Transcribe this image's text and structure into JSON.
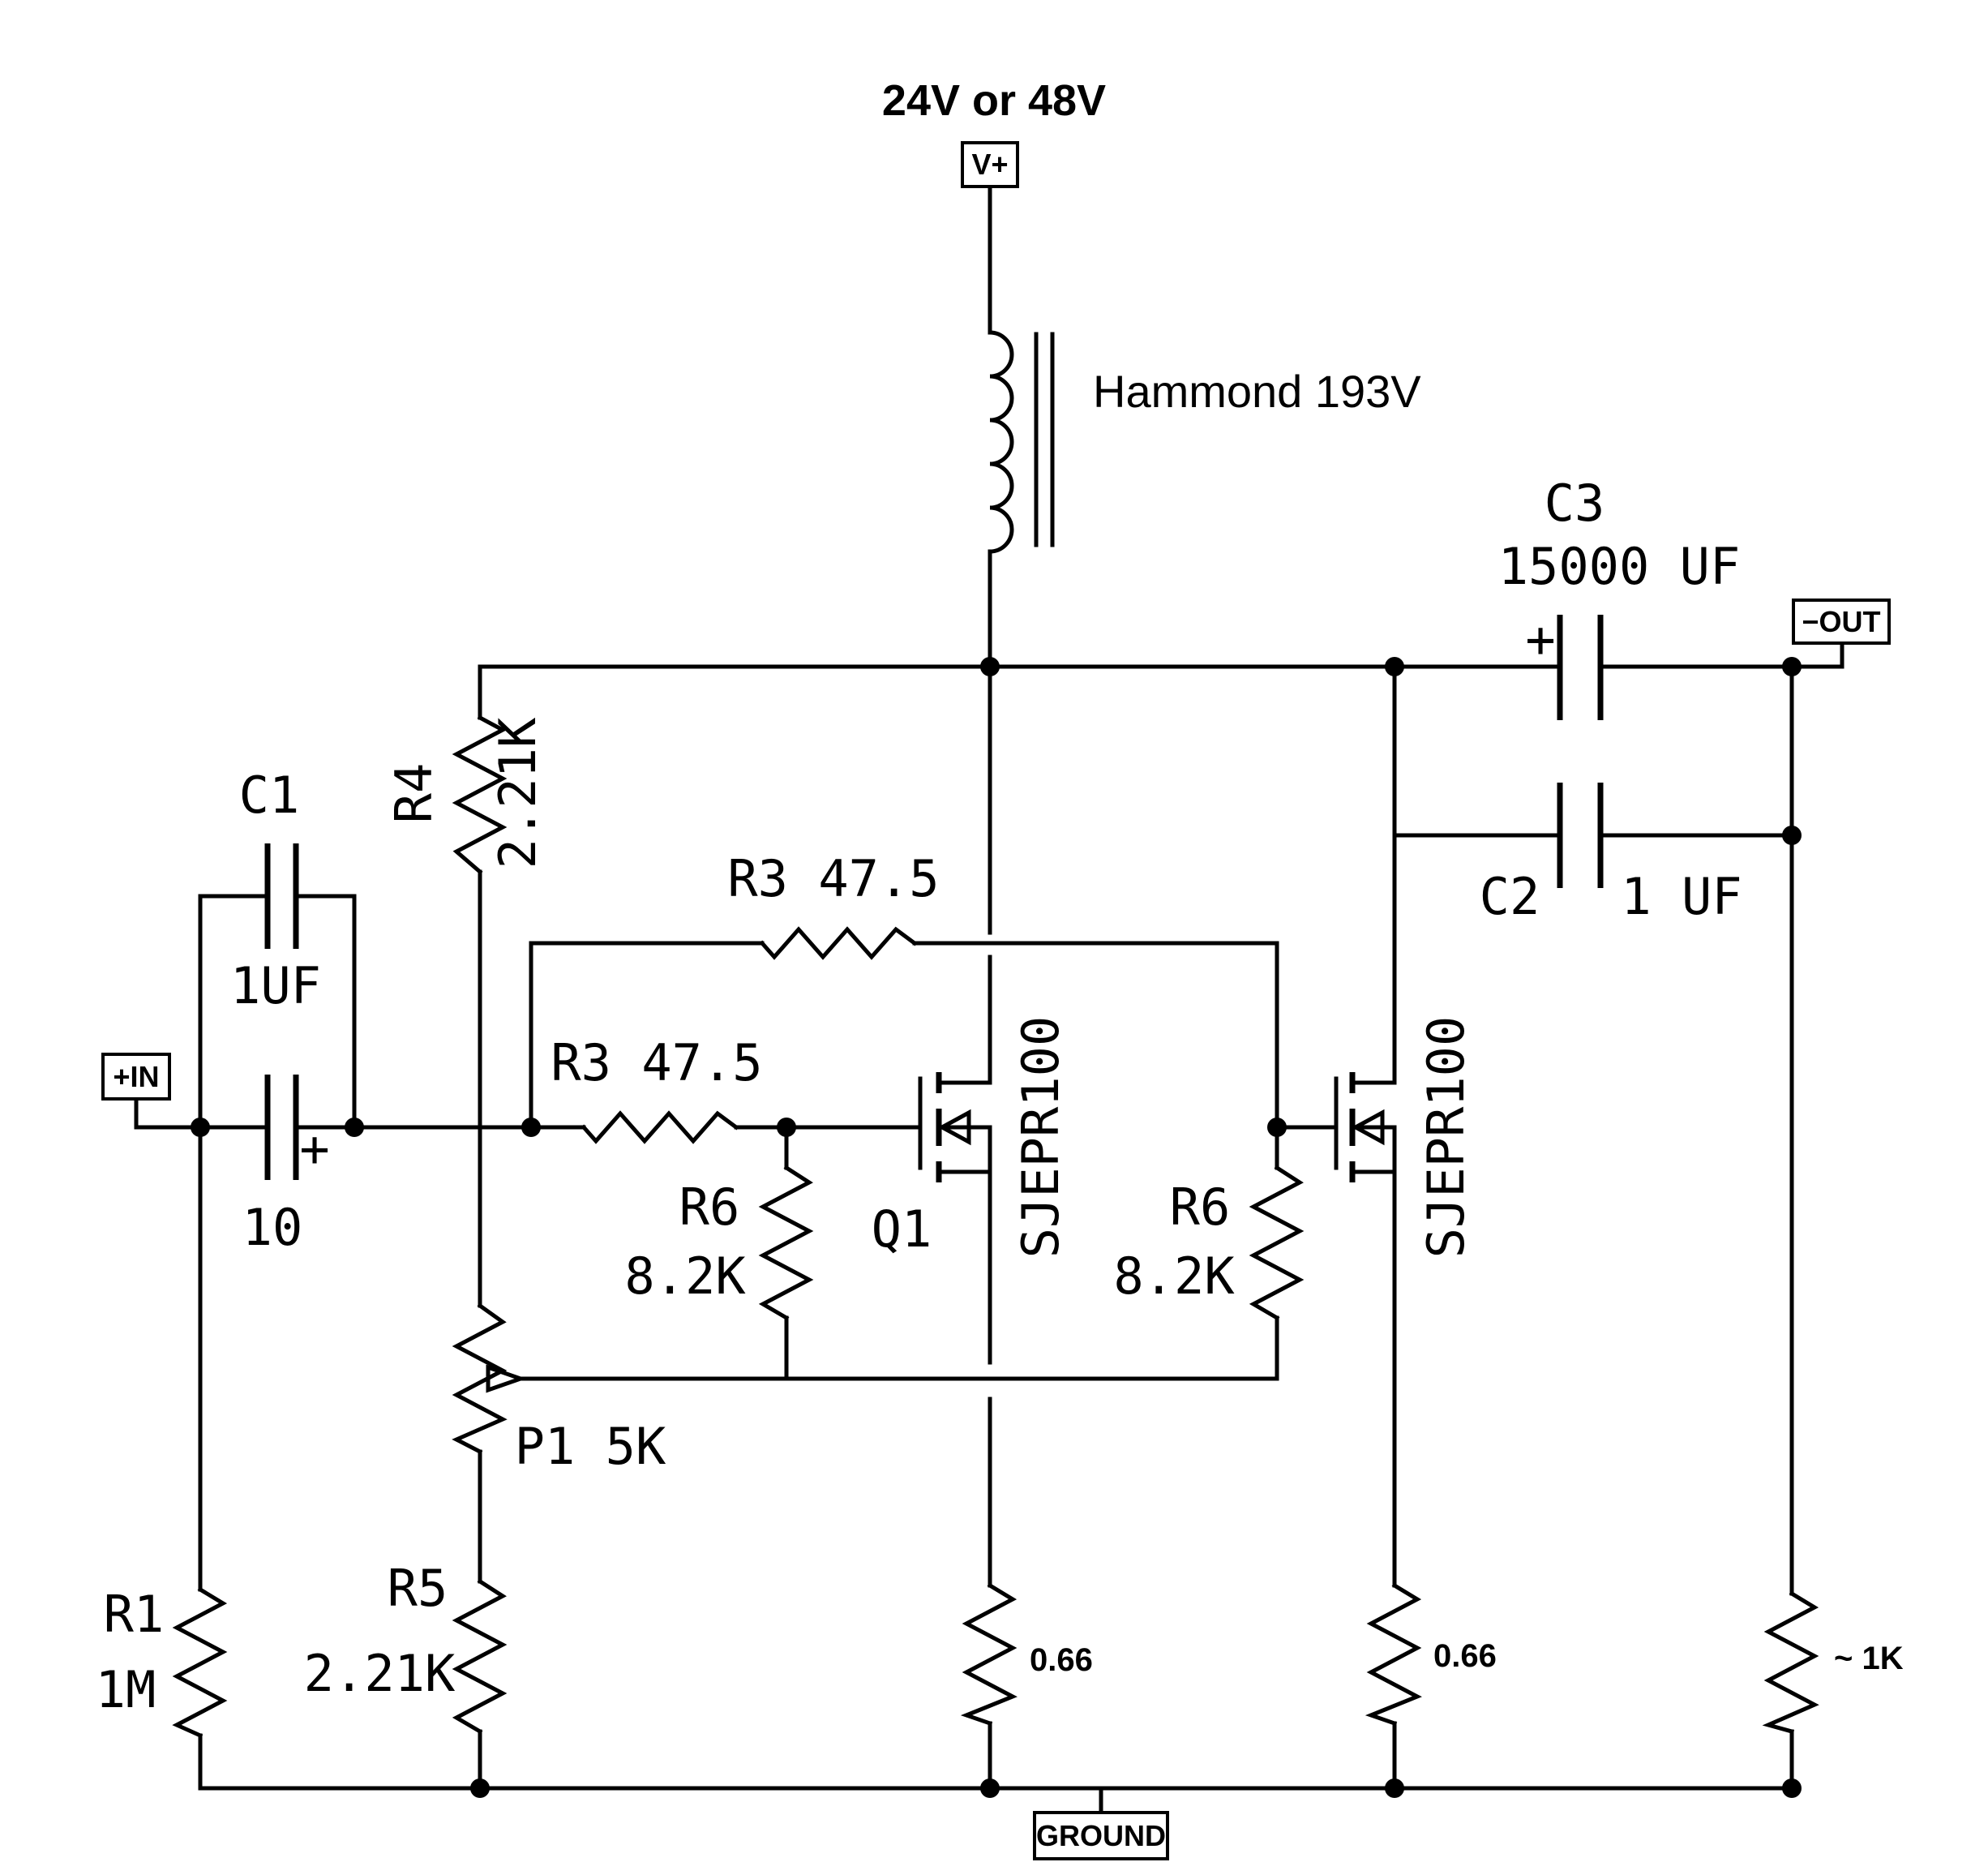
{
  "supply": {
    "label": "24V or 48V",
    "port": "V+"
  },
  "inductor": {
    "label": "Hammond 193V"
  },
  "ports": {
    "input": "+IN",
    "output": "−OUT",
    "ground": "GROUND"
  },
  "components": {
    "c1": {
      "name": "C1",
      "value": "1UF"
    },
    "c_in": {
      "value": "10",
      "polarity": "+"
    },
    "c2": {
      "name": "C2",
      "value": "1 UF"
    },
    "c3": {
      "name": "C3",
      "value": "15000 UF",
      "polarity": "+"
    },
    "r1": {
      "name": "R1",
      "value": "1M"
    },
    "r3a": {
      "label": "R3  47.5"
    },
    "r3b": {
      "label": "R3  47.5"
    },
    "r4": {
      "name": "R4",
      "value": "2.21K"
    },
    "r5": {
      "name": "R5",
      "value": "2.21K"
    },
    "r6a": {
      "name": "R6",
      "value": "8.2K"
    },
    "r6b": {
      "name": "R6",
      "value": "8.2K"
    },
    "p1": {
      "label": "P1 5K"
    },
    "q1": {
      "name": "Q1",
      "part": "SJEPR100"
    },
    "q2": {
      "part": "SJEPR100"
    },
    "rs1": {
      "value": "0.66"
    },
    "rs2": {
      "value": "0.66"
    },
    "rload": {
      "value": "~ 1K"
    }
  }
}
